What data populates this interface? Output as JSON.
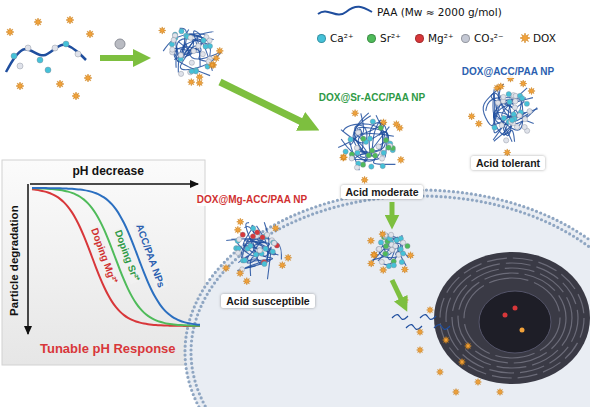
{
  "diagram": {
    "nodes": [
      {
        "text": [
          "pH decrease",
          "Particle degradation",
          "ACC/PAA NPs",
          "Doping Sr²⁺",
          "Doping Mg²⁺",
          "Tunable pH Response"
        ]
      }
    ],
    "labels": [
      "DOX@ACC/PAA NP",
      "Acid tolerant",
      "DOX@Sr-ACC/PAA NP",
      "Acid moderate",
      "DOX@Mg-ACC/PAA NP",
      "Acid susceptible"
    ],
    "legend": [
      {
        "text": "PAA (Mw ≈ 2000 g/mol)"
      },
      {
        "text": "Ca²⁺",
        "color": "#45c1d8"
      },
      {
        "text": "Sr²⁺",
        "color": "#4fbb5a"
      },
      {
        "text": "Mg²⁺",
        "color": "#d8373a"
      },
      {
        "text": "CO₃²⁻",
        "color": "#c4c8d4"
      },
      {
        "text": "DOX"
      }
    ]
  }
}
